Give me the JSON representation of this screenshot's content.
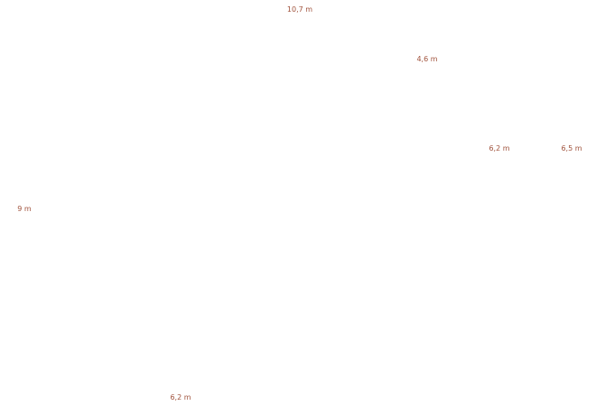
{
  "colors": {
    "background": "#ffffff",
    "label": "#a0523c"
  },
  "dimensions": {
    "top": "10,7 m",
    "upper_right": "4,6 m",
    "mid_right_a": "6,2 m",
    "mid_right_b": "6,5 m",
    "left": "9 m",
    "bottom": "6,2 m"
  }
}
